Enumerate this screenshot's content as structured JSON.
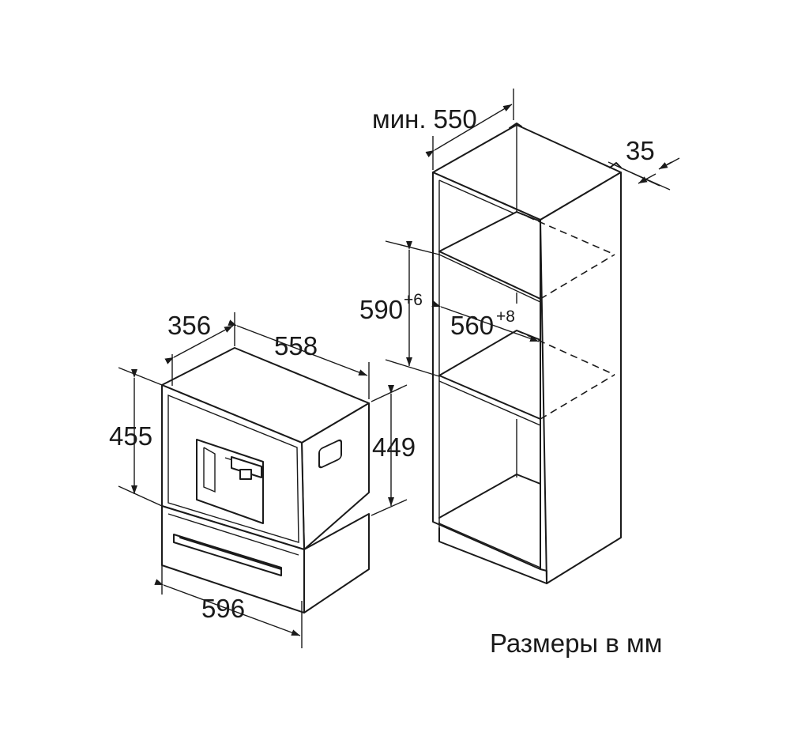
{
  "appliance_dimensions": {
    "depth": "356",
    "width_top": "558",
    "height_front": "455",
    "height_side": "449",
    "width_front": "596"
  },
  "niche_dimensions": {
    "min_depth": "мин. 550",
    "front_offset": "35",
    "niche_height": "590",
    "niche_height_tolerance": "+6",
    "niche_width": "560",
    "niche_width_tolerance": "+8"
  },
  "caption": "Размеры в мм",
  "colors": {
    "line": "#1a1a1a",
    "background": "#ffffff"
  }
}
